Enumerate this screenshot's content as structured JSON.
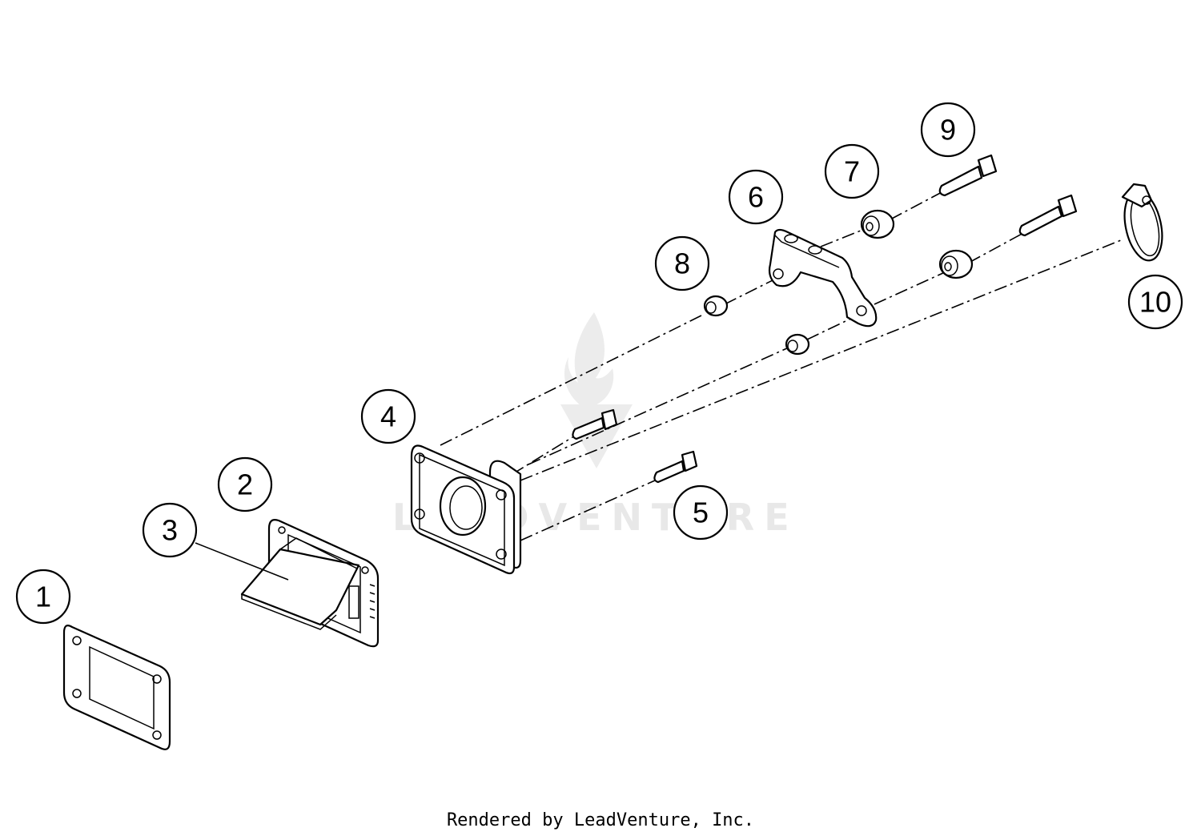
{
  "diagram": {
    "callouts": [
      {
        "id": "c1",
        "label": "1"
      },
      {
        "id": "c2",
        "label": "2"
      },
      {
        "id": "c3",
        "label": "3"
      },
      {
        "id": "c4",
        "label": "4"
      },
      {
        "id": "c5",
        "label": "5"
      },
      {
        "id": "c6",
        "label": "6"
      },
      {
        "id": "c7",
        "label": "7"
      },
      {
        "id": "c8",
        "label": "8"
      },
      {
        "id": "c9",
        "label": "9"
      },
      {
        "id": "c10",
        "label": "10"
      }
    ],
    "watermark": "LEADVENTURE",
    "colors": {
      "line": "#000000",
      "background": "#ffffff",
      "watermark": "#e8e8e8"
    }
  },
  "footer": {
    "text": "Rendered by LeadVenture, Inc."
  }
}
